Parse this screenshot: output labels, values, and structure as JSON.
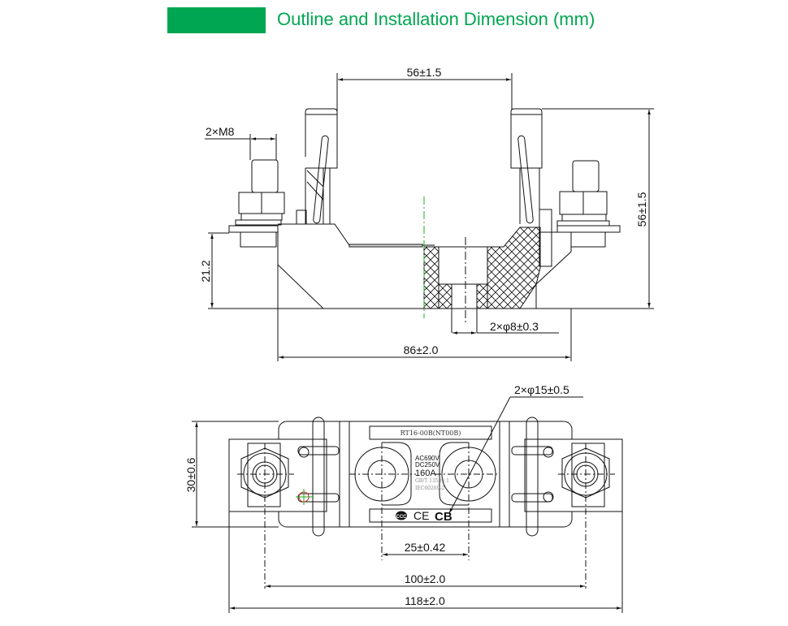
{
  "header": {
    "title": "Outline and Installation Dimension (mm)",
    "accent_color": "#00a651"
  },
  "side_view": {
    "dimensions": {
      "contact_gap": "56±1.5",
      "thread": "2×M8",
      "base_height": "21.2",
      "total_height": "56±1.5",
      "mount_hole": "2×φ8±0.3",
      "base_width": "86±2.0"
    }
  },
  "top_view": {
    "dimensions": {
      "terminal_diameter": "2×φ15±0.5",
      "width": "30±0.6",
      "hole_spacing": "25±0.42",
      "mount_spacing": "100±2.0",
      "overall_length": "118±2.0"
    },
    "label_plate": {
      "model": "RT16-00B(NT00B)",
      "ac_rating": "AC690V",
      "dc_rating": "DC250V",
      "current": "160A",
      "standard_1": "GB/T 13539.1",
      "standard_2": "IEC60269-2",
      "marks": [
        "CCC",
        "CE",
        "CB"
      ]
    }
  },
  "colors": {
    "line": "#111111",
    "centerline_green": "#22aa22",
    "marker_red": "#cc2222"
  }
}
